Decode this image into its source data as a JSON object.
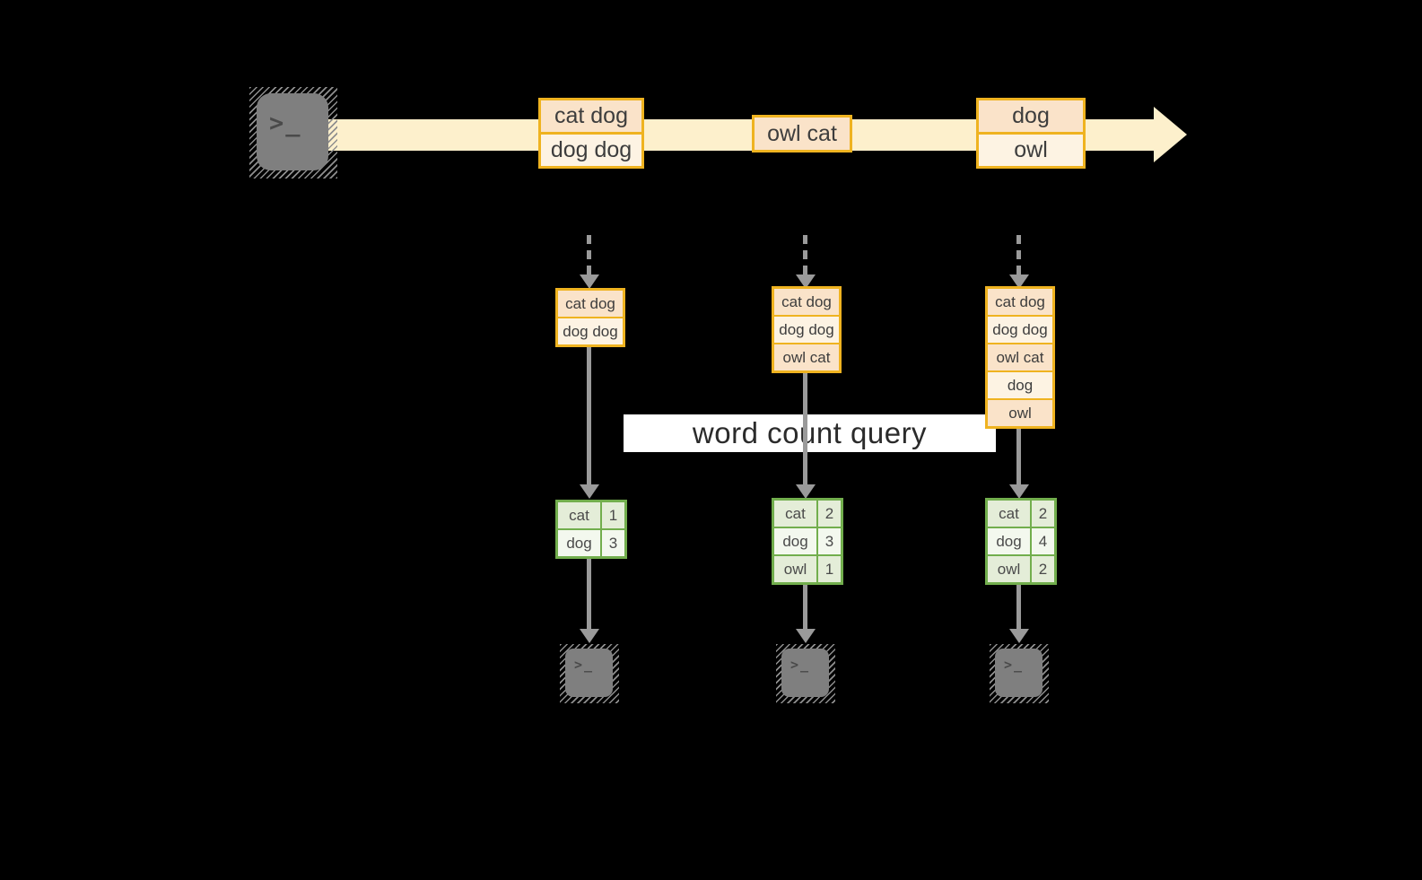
{
  "banner": {
    "label": "word count query"
  },
  "stream": {
    "events": [
      {
        "items": [
          "cat dog",
          "dog dog"
        ]
      },
      {
        "items": [
          "owl cat"
        ]
      },
      {
        "items": [
          "dog",
          "owl"
        ]
      }
    ]
  },
  "columns": [
    {
      "buffer": [
        "cat dog",
        "dog dog"
      ],
      "counts": [
        {
          "word": "cat",
          "count": 1
        },
        {
          "word": "dog",
          "count": 3
        }
      ]
    },
    {
      "buffer": [
        "cat dog",
        "dog dog",
        "owl cat"
      ],
      "counts": [
        {
          "word": "cat",
          "count": 2
        },
        {
          "word": "dog",
          "count": 3
        },
        {
          "word": "owl",
          "count": 1
        }
      ]
    },
    {
      "buffer": [
        "cat dog",
        "dog dog",
        "owl cat",
        "dog",
        "owl"
      ],
      "counts": [
        {
          "word": "cat",
          "count": 2
        },
        {
          "word": "dog",
          "count": 4
        },
        {
          "word": "owl",
          "count": 2
        }
      ]
    }
  ],
  "icons": {
    "source_terminal": "terminal-icon",
    "sink_terminal": "terminal-icon",
    "prompt_glyph": ">_"
  },
  "colors": {
    "stream_band": "#fdf0cc",
    "box_border": "#efb320",
    "box_fill_dark": "#fae3c9",
    "box_fill_light": "#fdf3e3",
    "table_border": "#72ae4d",
    "table_fill_dark": "#e4edd8",
    "table_fill_light": "#f3f8ee",
    "arrow_gray": "#9a9a9a",
    "terminal_fill": "#7f7f7f",
    "banner_bg": "#ffffff",
    "text": "#3d3d3d"
  }
}
